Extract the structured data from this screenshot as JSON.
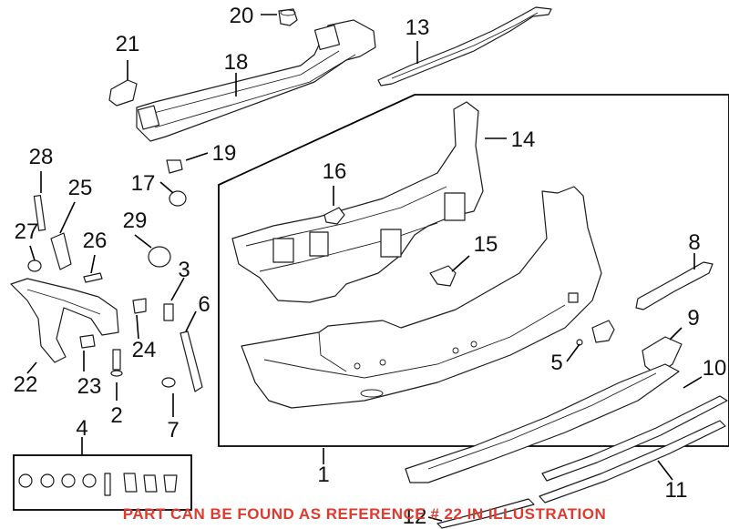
{
  "diagram": {
    "callouts": {
      "c1": "1",
      "c2": "2",
      "c3": "3",
      "c4": "4",
      "c5": "5",
      "c6": "6",
      "c7": "7",
      "c8": "8",
      "c9": "9",
      "c10": "10",
      "c11": "11",
      "c12": "12",
      "c13": "13",
      "c14": "14",
      "c15": "15",
      "c16": "16",
      "c17": "17",
      "c18": "18",
      "c19": "19",
      "c20": "20",
      "c21": "21",
      "c22": "22",
      "c23": "23",
      "c24": "24",
      "c25": "25",
      "c26": "26",
      "c27": "27",
      "c28": "28",
      "c29": "29"
    },
    "footer_note": "PART CAN BE FOUND AS REFERENCE # 22 IN ILLUSTRATION",
    "colors": {
      "line": "#1a1a1a",
      "note": "#e03a2f",
      "background": "#ffffff"
    }
  }
}
